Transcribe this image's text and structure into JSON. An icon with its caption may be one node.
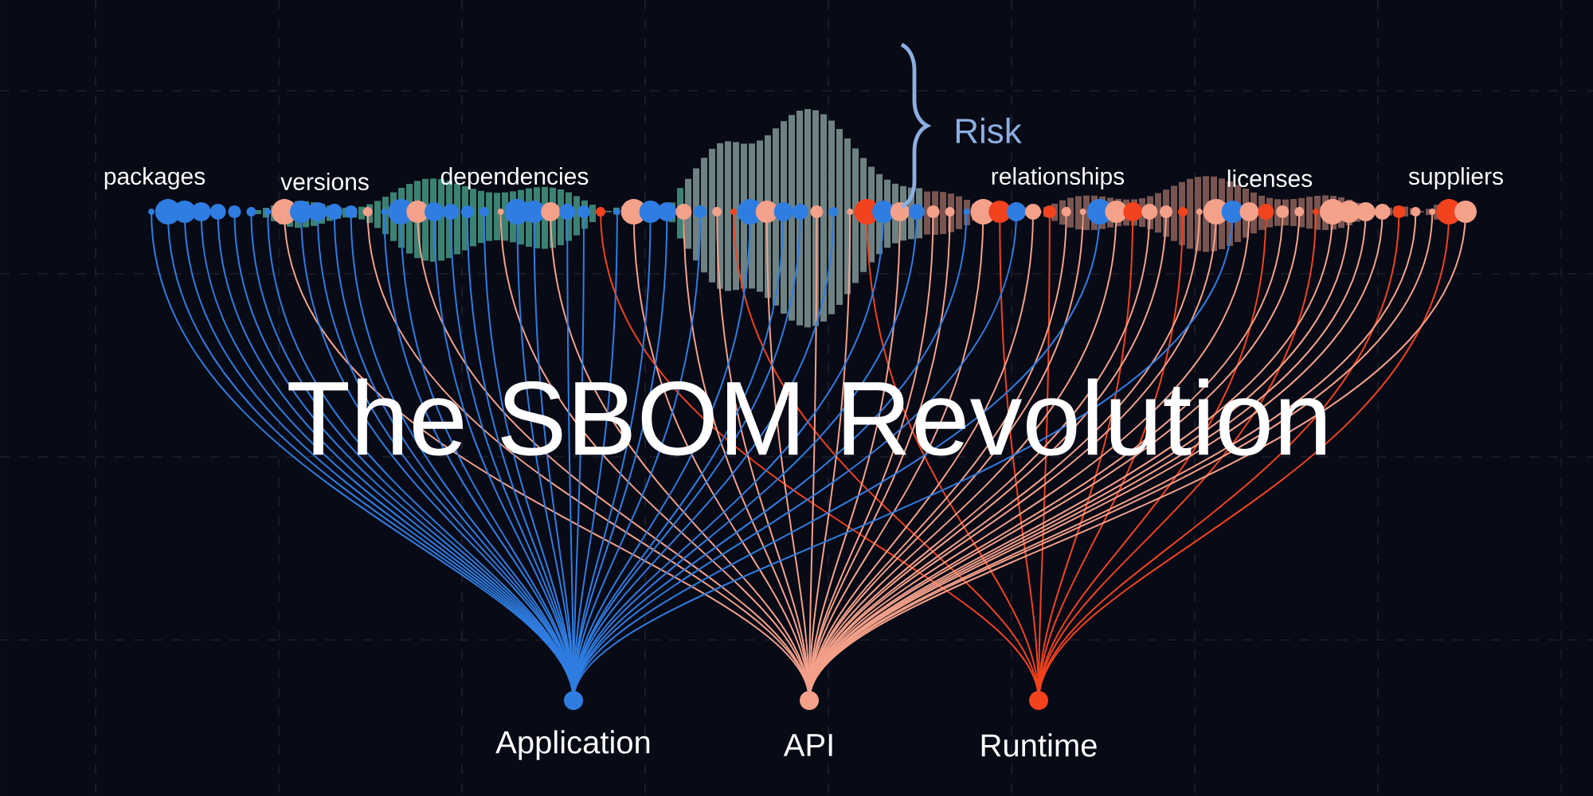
{
  "diagram": {
    "title": "The SBOM Revolution",
    "nodes": [
      {
        "text": [],
        "shape": "circle",
        "beside": [
          "Application"
        ]
      },
      {
        "text": [],
        "shape": "circle",
        "beside": [
          "API"
        ]
      },
      {
        "text": [],
        "shape": "circle",
        "beside": [
          "Runtime"
        ]
      }
    ],
    "labels": [
      "packages",
      "versions",
      "dependencies",
      "Risk",
      "relationships",
      "licenses",
      "suppliers"
    ]
  }
}
